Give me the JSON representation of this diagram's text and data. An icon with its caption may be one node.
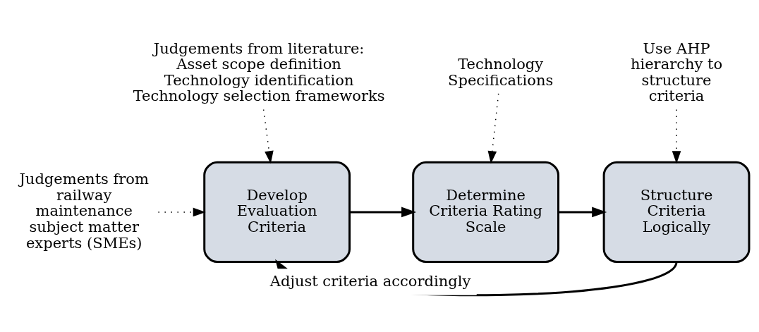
{
  "diagram": {
    "nodes": [
      {
        "text": [
          "Judgements from literature:",
          "Asset scope definition",
          "Technology identification",
          "Technology selection frameworks"
        ]
      },
      {
        "text": [
          "Technology Specifications"
        ]
      },
      {
        "text": [
          "Use AHP hierarchy to structure criteria"
        ]
      },
      {
        "text": [
          "Judgements from railway maintenance subject matter experts (SMEs)"
        ]
      },
      {
        "text": [
          "Develop Evaluation Criteria"
        ]
      },
      {
        "text": [
          "Determine Criteria Rating Scale"
        ]
      },
      {
        "text": [
          "Structure Criteria Logically"
        ]
      }
    ],
    "edges": [
      {
        "from": 0,
        "to": 4,
        "arrow": "to",
        "style": "dashed"
      },
      {
        "from": 1,
        "to": 5,
        "arrow": "to",
        "style": "dashed"
      },
      {
        "from": 2,
        "to": 6,
        "arrow": "to",
        "style": "dashed"
      },
      {
        "from": 3,
        "to": 4,
        "arrow": "to",
        "style": "dashed"
      },
      {
        "from": 4,
        "to": 5,
        "arrow": "to"
      },
      {
        "from": 5,
        "to": 6,
        "arrow": "to"
      },
      {
        "from": 6,
        "to": 4,
        "arrow": "to",
        "label": "Adjust criteria accordingly"
      }
    ]
  }
}
